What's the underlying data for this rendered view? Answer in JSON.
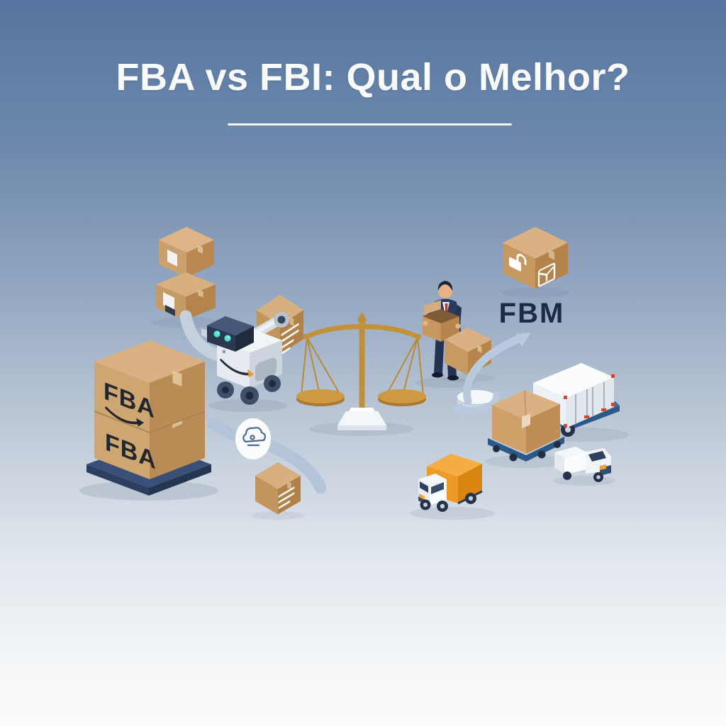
{
  "title": "FBA vs FBI: Qual o Melhor?",
  "labels": {
    "fba_top_box": "FBA",
    "fba_bottom_box": "FBA",
    "fbm": "FBM"
  },
  "illustration": {
    "icons": [
      "stacked-parcel-boxes-icon",
      "conveyor-path-icon",
      "amazon-robot-icon",
      "parcel-with-label-icon",
      "fba-pallet-stack-icon",
      "amazon-smile-arrow-icon",
      "fulfillment-flow-ribbon-icon",
      "cloud-parcel-badge-icon",
      "balance-scale-icon",
      "merchant-person-icon",
      "open-box-icon",
      "fbm-open-padlock-box-icon",
      "package-glyph-icon",
      "upward-curved-arrow-icon",
      "rotating-platform-icon",
      "box-on-trolley-icon",
      "cargo-trailer-icon",
      "delivery-van-icon",
      "orange-box-truck-icon"
    ]
  },
  "colors": {
    "background_top": "#56769f",
    "background_bottom": "#fafbfc",
    "title_text": "#f9fbfd",
    "cardboard_top": "#dab183",
    "cardboard_left": "#c99a63",
    "cardboard_right": "#b5854b",
    "tape": "#e4c9a1",
    "navy": "#22304c",
    "pallet_blue": "#33486b",
    "flow_blue": "#b4c4d8",
    "scale_gold": "#c49038",
    "accent_orange": "#ee9a28",
    "truck_bed_blue": "#2c5a88",
    "red_accent": "#d8432e",
    "robot_eye_teal": "#49e6d2",
    "label_white": "#f6f8fa"
  }
}
